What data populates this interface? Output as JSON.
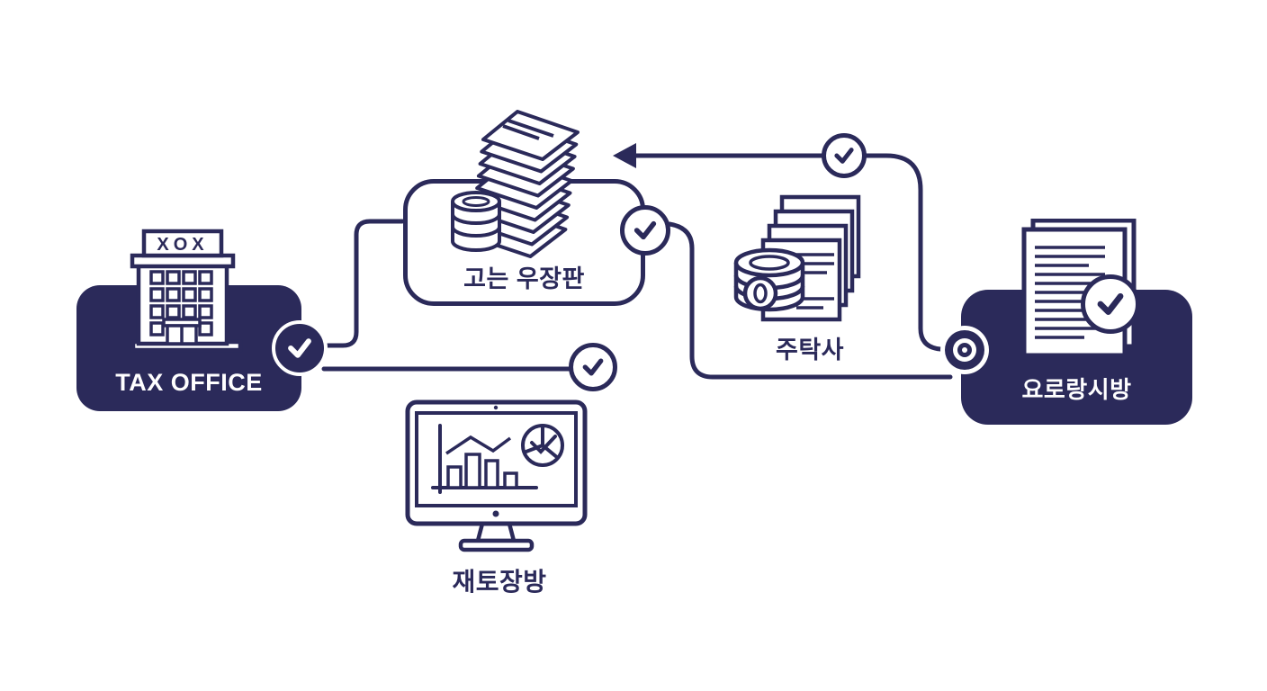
{
  "canvas": {
    "background": "#ffffff",
    "accent_navy": "#2b2a5a"
  },
  "nodes": {
    "tax_office": {
      "label": "TAX OFFICE",
      "building_sign": "XOX",
      "icon": "bank-building-icon"
    },
    "documents_box": {
      "label": "고는 우장판",
      "icon": "paper-stack-and-coins-icon"
    },
    "trustee": {
      "label": "주탁사",
      "icon": "coin-stack-and-documents-icon"
    },
    "monitor": {
      "label": "재토장방",
      "icon": "monitor-with-charts-icon"
    },
    "result_block": {
      "label": "요로랑시방",
      "icon": "document-with-check-icon"
    }
  },
  "icons": {
    "check_icon": "✓",
    "target_icon": "◎",
    "arrow_left_icon": "←"
  }
}
